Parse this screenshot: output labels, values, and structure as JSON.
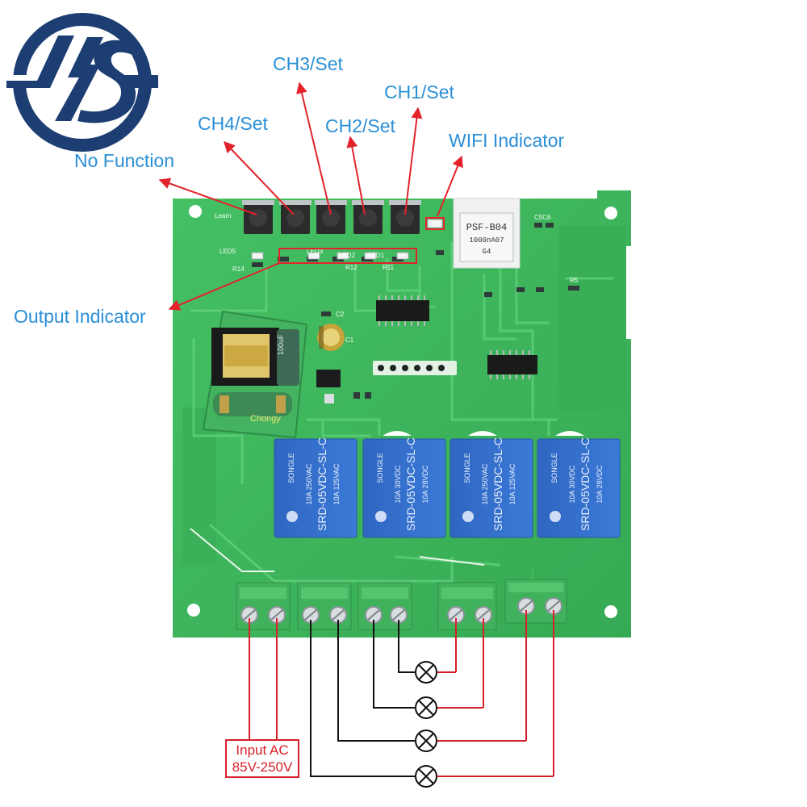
{
  "labels": {
    "ch3": "CH3/Set",
    "ch1": "CH1/Set",
    "ch4": "CH4/Set",
    "ch2": "CH2/Set",
    "wifi": "WIFI Indicator",
    "no_function": "No Function",
    "output_indicator": "Output Indicator"
  },
  "input_box": {
    "line1": "Input AC",
    "line2": "85V-250V"
  },
  "board_text": {
    "learn": "Learn",
    "led5": "LED5",
    "led3": "LED3",
    "led2": "LED2",
    "led1": "LED1",
    "r14": "R14",
    "r12": "R12",
    "r11": "R11",
    "c1": "C1",
    "c2": "C2",
    "c5c6": "C5C6",
    "r5": "R5",
    "module_line1": "PSF-B04",
    "module_line2": "1000nA07",
    "module_line3": "G4",
    "relay_brand": "SONGLE",
    "relay_model": "SRD-05VDC-SL-C",
    "relay_rating1": "10A 250VAC",
    "relay_rating2": "10A 125VAC",
    "relay_rating3": "10A 30VDC",
    "relay_rating4": "10A 28VDC",
    "cap_brand": "Chongy",
    "cap_value": "100uF"
  },
  "colors": {
    "pcb": "#3fb85e",
    "pcb_dark": "#2e9a4b",
    "trace": "#5ccd78",
    "relay": "#3571d0",
    "terminal": "#41b25c",
    "arrow": "#e2232a",
    "label": "#2a8fd6",
    "logo": "#1c3e73"
  },
  "icons": [
    "lightning-s-logo",
    "lamp-icon"
  ]
}
